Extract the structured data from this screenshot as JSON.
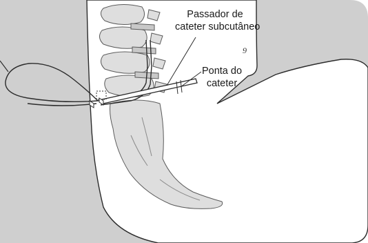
{
  "labels": {
    "passador_line1": "Passador de",
    "passador_line2": "cateter subcutâneo",
    "ponta_line1": "Ponta do",
    "ponta_line2": "cateter",
    "page_number": "9"
  },
  "colors": {
    "panel_gray": "#cfcfcf",
    "bone_gray": "#dedede",
    "line_dark": "#2b2b2b",
    "background": "#ffffff"
  }
}
